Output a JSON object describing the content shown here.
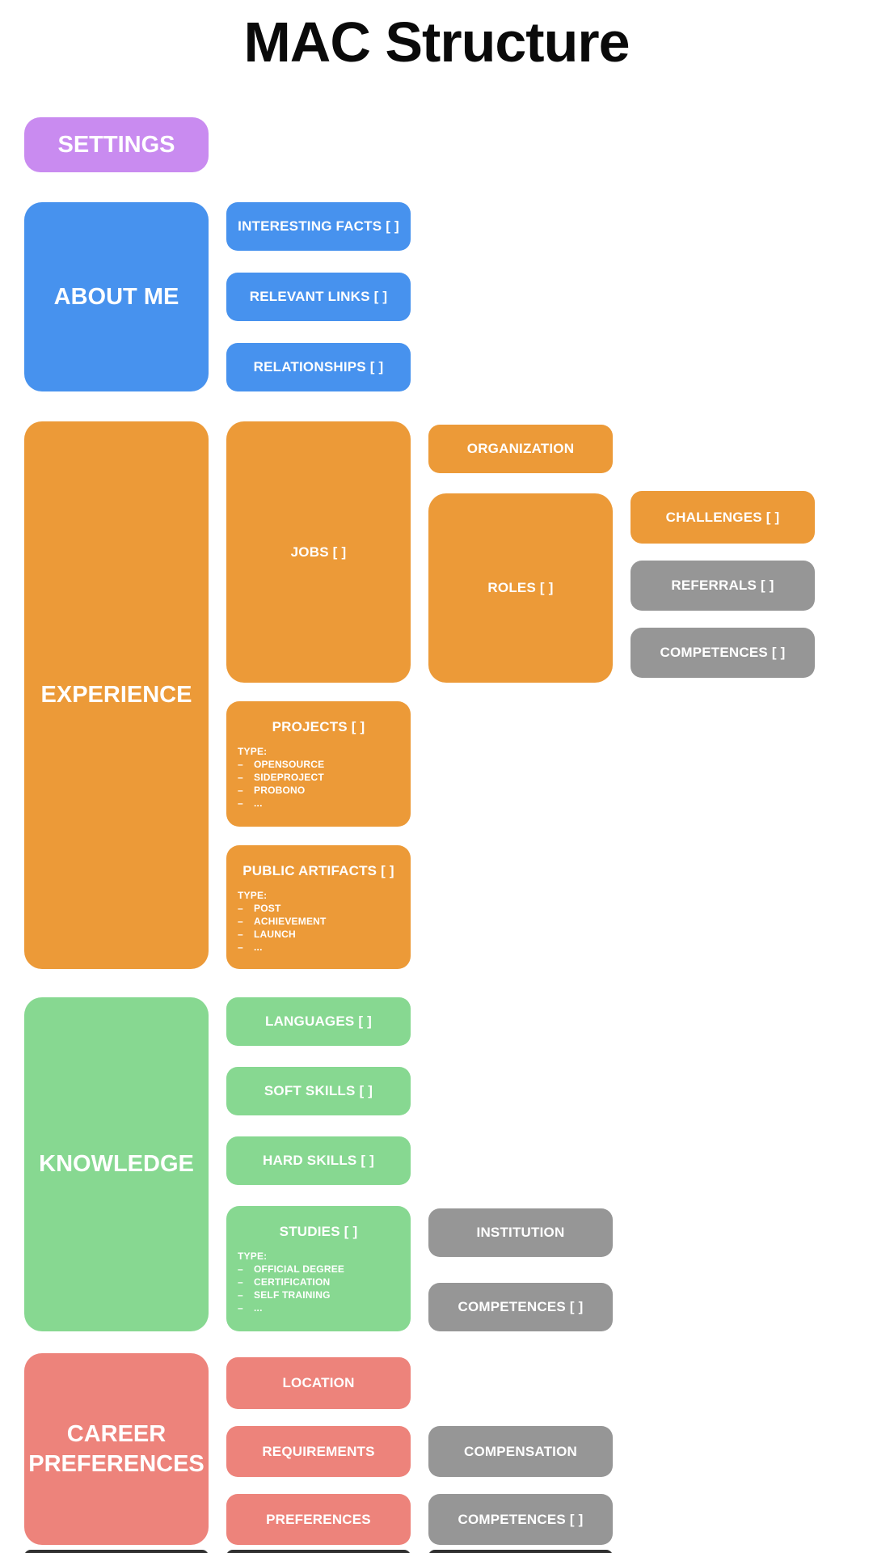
{
  "title": "MAC Structure",
  "colors": {
    "purple": "#c98bf0",
    "blue": "#4792ee",
    "orange": "#ec9a38",
    "green": "#87d891",
    "salmon": "#ed837b",
    "gray": "#969696",
    "text": "#ffffff",
    "title_text": "#0a0a0a"
  },
  "list_bullet": "–",
  "settings": {
    "label": "SETTINGS"
  },
  "about_me": {
    "label": "ABOUT ME",
    "interesting_facts": "INTERESTING FACTS [ ]",
    "relevant_links": "RELEVANT LINKS [ ]",
    "relationships": "RELATIONSHIPS [ ]"
  },
  "experience": {
    "label": "EXPERIENCE",
    "jobs": "JOBS [ ]",
    "organization": "ORGANIZATION",
    "roles": "ROLES [ ]",
    "challenges": "CHALLENGES [ ]",
    "referrals": "REFERRALS [ ]",
    "competences": "COMPETENCES [ ]",
    "projects": {
      "label": "PROJECTS [ ]",
      "type_heading": "TYPE:",
      "types": [
        "OPENSOURCE",
        "SIDEPROJECT",
        "PROBONO",
        "..."
      ]
    },
    "public_artifacts": {
      "label": "PUBLIC ARTIFACTS [ ]",
      "type_heading": "TYPE:",
      "types": [
        "POST",
        "ACHIEVEMENT",
        "LAUNCH",
        "..."
      ]
    }
  },
  "knowledge": {
    "label": "KNOWLEDGE",
    "languages": "LANGUAGES [ ]",
    "soft_skills": "SOFT SKILLS [ ]",
    "hard_skills": "HARD SKILLS [ ]",
    "studies": {
      "label": "STUDIES [ ]",
      "type_heading": "TYPE:",
      "types": [
        "OFFICIAL DEGREE",
        "CERTIFICATION",
        "SELF TRAINING",
        "..."
      ]
    },
    "institution": "INSTITUTION",
    "competences": "COMPETENCES [ ]"
  },
  "career_preferences": {
    "label": "CAREER PREFERENCES",
    "location": "LOCATION",
    "requirements": "REQUIREMENTS",
    "preferences": "PREFERENCES",
    "compensation": "COMPENSATION",
    "competences": "COMPETENCES [ ]"
  }
}
